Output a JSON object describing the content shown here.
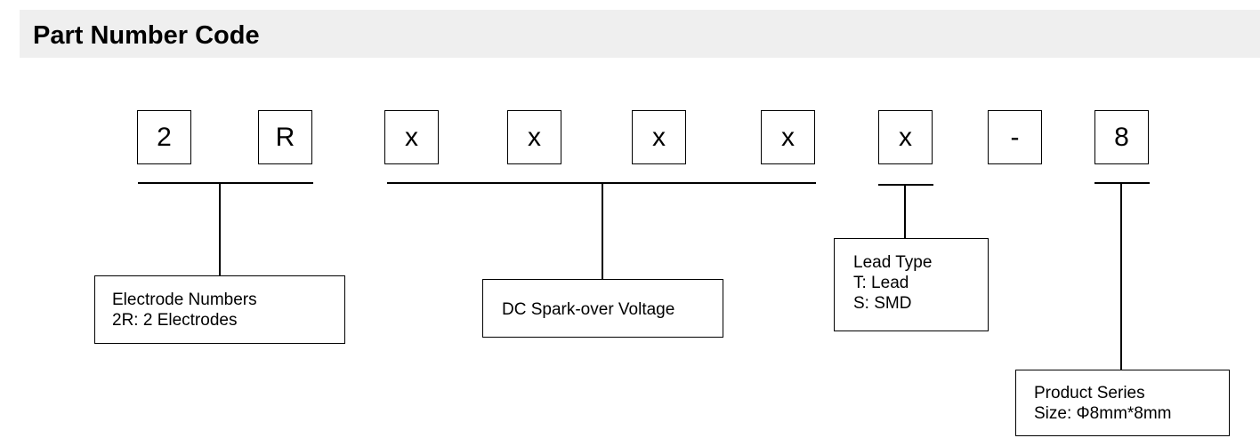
{
  "header": {
    "title": "Part Number Code"
  },
  "code_chars": [
    "2",
    "R",
    "x",
    "x",
    "x",
    "x",
    "x",
    "-",
    "8"
  ],
  "labels": {
    "electrode": {
      "title": "Electrode Numbers",
      "lines": [
        "2R: 2 Electrodes"
      ]
    },
    "voltage": {
      "title": "DC Spark-over Voltage",
      "lines": []
    },
    "lead": {
      "title": "Lead Type",
      "lines": [
        "T: Lead",
        "S: SMD"
      ]
    },
    "series": {
      "title": "Product Series",
      "lines": [
        "Size: Φ8mm*8mm"
      ]
    }
  },
  "colors": {
    "header_bg": "#efefef",
    "line": "#000000"
  }
}
